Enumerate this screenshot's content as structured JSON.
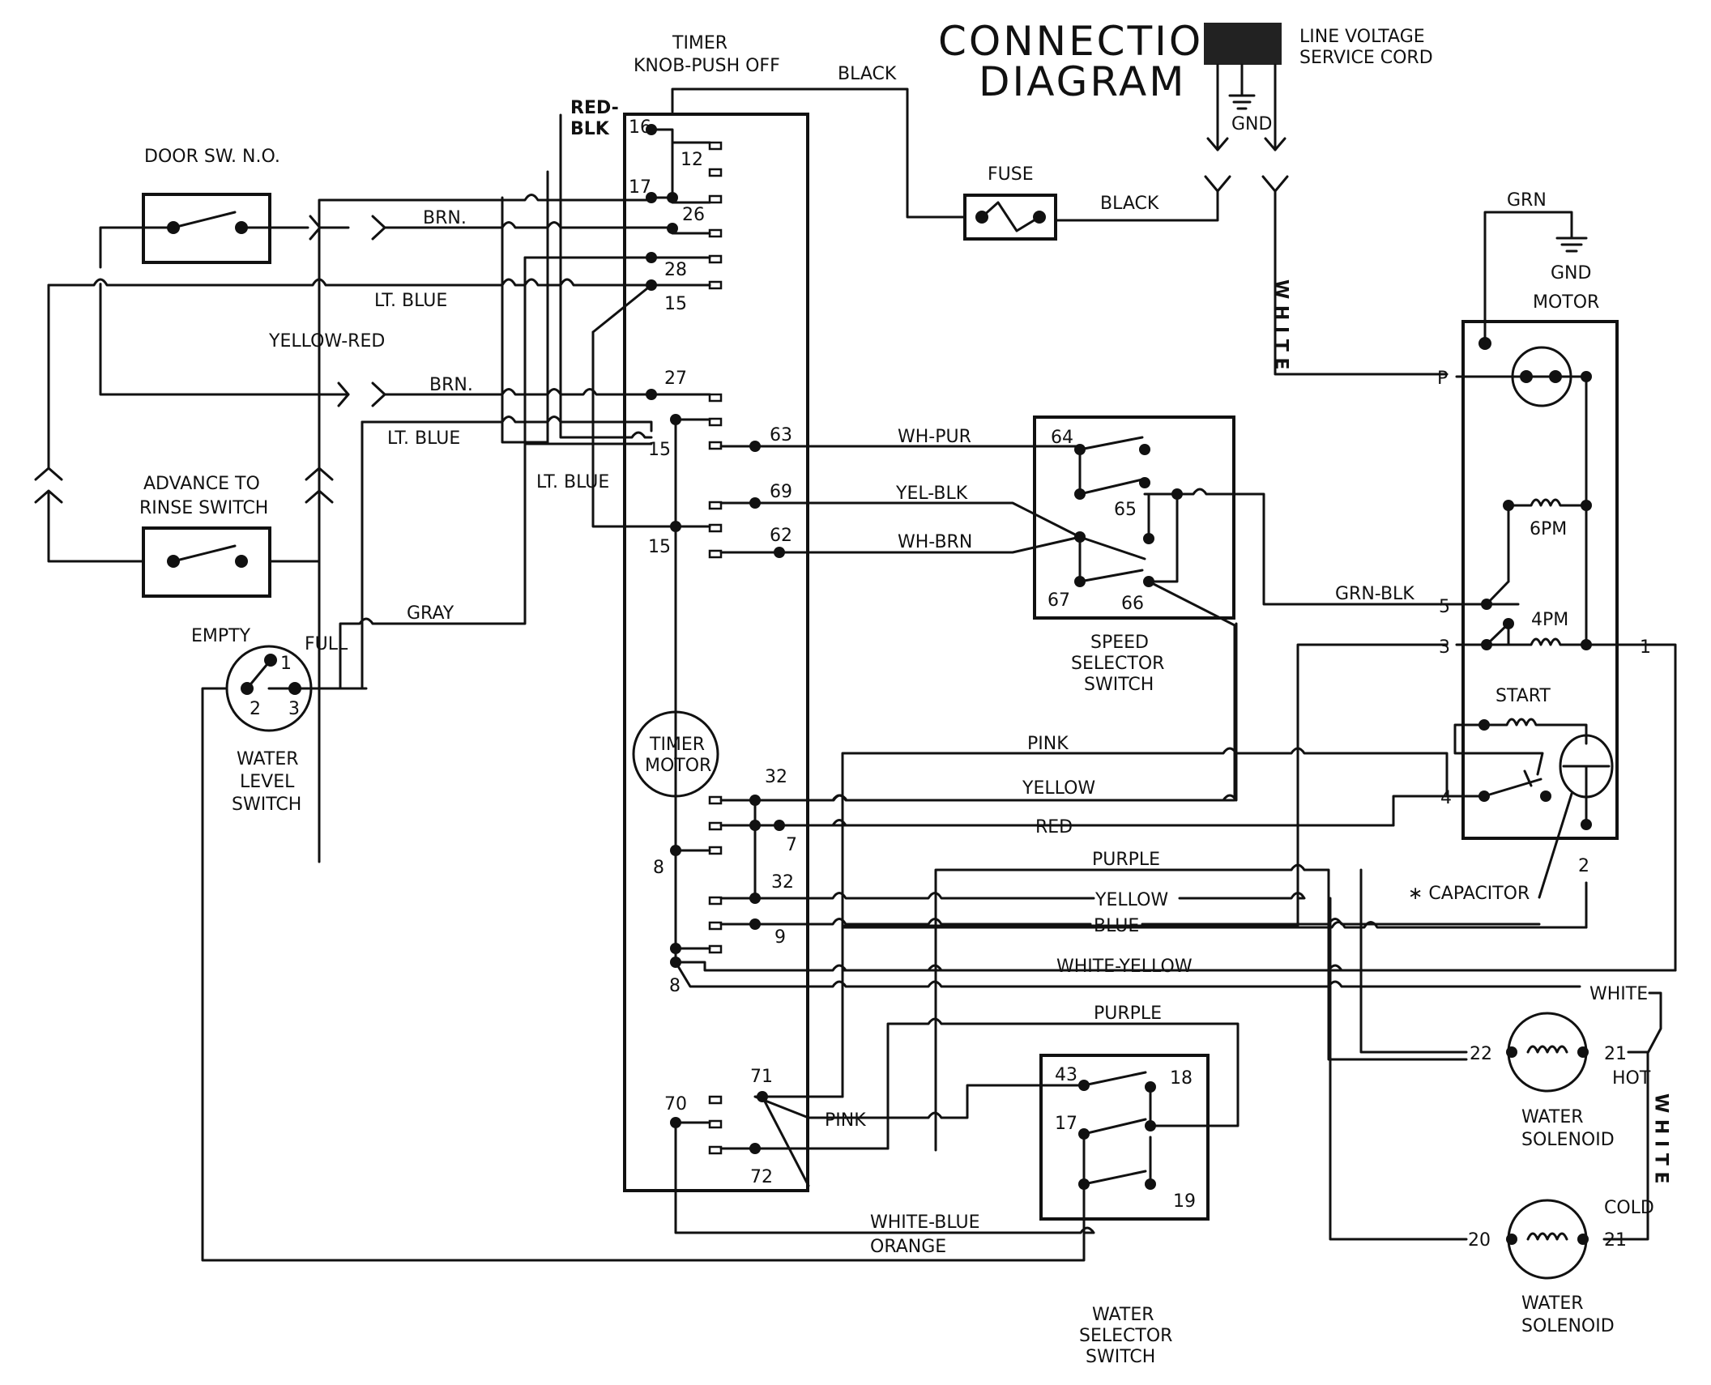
{
  "title": {
    "line1": "CONNECTION",
    "line2": "DIAGRAM"
  },
  "service_cord": {
    "line1": "LINE VOLTAGE",
    "line2": "SERVICE CORD",
    "gnd": "GND."
  },
  "timer": {
    "line1": "TIMER",
    "line2": "KNOB-PUSH OFF",
    "motor_line1": "TIMER",
    "motor_line2": "MOTOR"
  },
  "fuse_label": "FUSE",
  "door_switch_label": "DOOR SW. N.O.",
  "advance_switch": {
    "line1": "ADVANCE TO",
    "line2": "RINSE SWITCH"
  },
  "water_level_switch": {
    "line1": "WATER",
    "line2": "LEVEL",
    "line3": "SWITCH",
    "empty": "EMPTY",
    "full": "FULL",
    "t1": "1",
    "t2": "2",
    "t3": "3"
  },
  "speed_selector": {
    "line1": "SPEED",
    "line2": "SELECTOR",
    "line3": "SWITCH"
  },
  "water_selector": {
    "line1": "WATER",
    "line2": "SELECTOR",
    "line3": "SWITCH"
  },
  "motor": {
    "label": "MOTOR",
    "grn": "GRN",
    "gnd": "GND",
    "p": "P",
    "t5": "5",
    "t3": "3",
    "t1": "1",
    "t4": "4",
    "t2": "2",
    "pm6": "6PM",
    "pm4": "4PM",
    "start": "START",
    "capacitor": "∗ CAPACITOR"
  },
  "solenoids": {
    "hot": {
      "label1": "WATER",
      "label2": "SOLENOID",
      "tag": "HOT",
      "t_left": "22",
      "t_right": "21"
    },
    "cold": {
      "label1": "WATER",
      "label2": "SOLENOID",
      "tag": "COLD",
      "t_left": "20",
      "t_right": "21"
    }
  },
  "timer_terminals": [
    "16",
    "12",
    "17",
    "26",
    "28",
    "15",
    "27",
    "15",
    "63",
    "69",
    "62",
    "15",
    "32",
    "7",
    "8",
    "32",
    "9",
    "8",
    "71",
    "70",
    "72"
  ],
  "speed_terminals": [
    "64",
    "65",
    "67",
    "66"
  ],
  "water_selector_terminals": [
    "43",
    "18",
    "17",
    "19"
  ],
  "wire_labels": {
    "black_top": "BLACK",
    "black_fuse": "BLACK",
    "red_blk_1": "RED-",
    "red_blk_2": "BLK",
    "brn1": "BRN.",
    "lt_blue1": "LT. BLUE",
    "yellow_red": "YELLOW-RED",
    "brn2": "BRN.",
    "lt_blue2": "LT. BLUE",
    "lt_blue3": "LT. BLUE",
    "gray": "GRAY",
    "wh_pur": "WH-PUR",
    "yel_blk": "YEL-BLK",
    "wh_brn": "WH-BRN",
    "grn_blk": "GRN-BLK",
    "white_vertical": "W H I T E",
    "pink1": "PINK",
    "yellow1": "YELLOW",
    "red": "RED",
    "purple1": "PURPLE",
    "yellow2": "YELLOW",
    "blue": "BLUE",
    "white_yellow": "WHITE-YELLOW",
    "white_right": "WHITE",
    "white_right_vertical": "W H I T E",
    "purple2": "PURPLE",
    "pink2": "PINK",
    "white_blue": "WHITE-BLUE",
    "orange": "ORANGE"
  }
}
